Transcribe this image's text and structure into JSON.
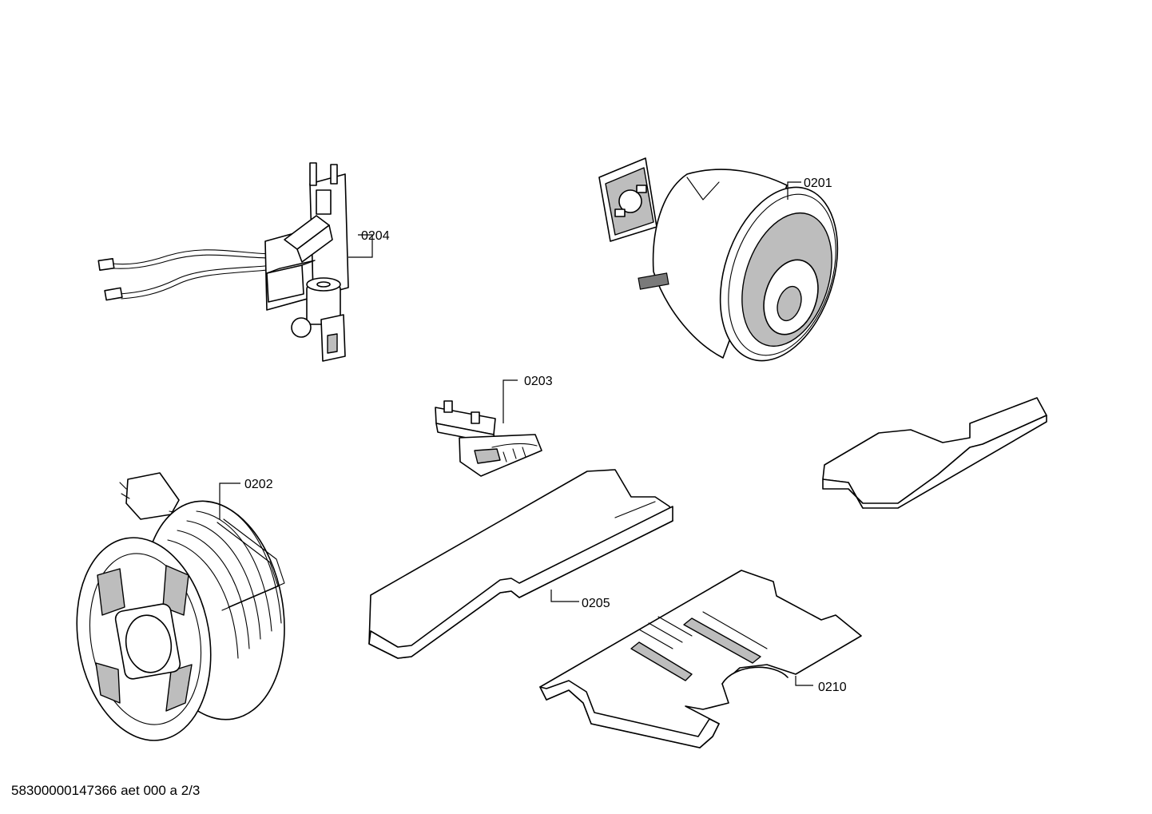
{
  "parts": [
    {
      "id": "0201"
    },
    {
      "id": "0202"
    },
    {
      "id": "0203"
    },
    {
      "id": "0204"
    },
    {
      "id": "0205"
    },
    {
      "id": "0210"
    }
  ],
  "footer": {
    "text": "58300000147366 aet 000 a 2/3"
  }
}
